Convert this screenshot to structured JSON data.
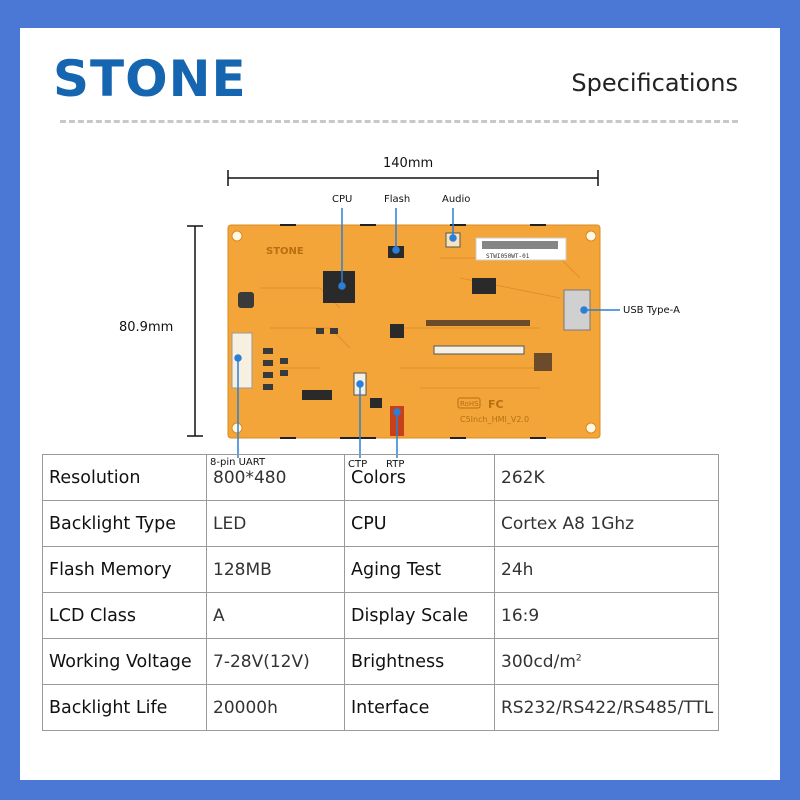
{
  "brand": "STONE",
  "header_title": "Specifications",
  "dimensions": {
    "width": "140mm",
    "height": "80.9mm"
  },
  "callouts": {
    "cpu": "CPU",
    "flash": "Flash",
    "audio": "Audio",
    "usb": "USB Type-A",
    "uart": "8-pin UART",
    "ctp": "CTP",
    "rtp": "RTP"
  },
  "board_marks": {
    "brand": "STONE",
    "label": "STWI050WT-01",
    "model": "C5Inch_HMI_V2.0",
    "rohs": "RoHS",
    "fc": "FC"
  },
  "specs": [
    {
      "k1": "Resolution",
      "v1": "800*480",
      "k2": "Colors",
      "v2": "262K"
    },
    {
      "k1": "Backlight Type",
      "v1": "LED",
      "k2": "CPU",
      "v2": "Cortex A8 1Ghz"
    },
    {
      "k1": "Flash Memory",
      "v1": "128MB",
      "k2": "Aging Test",
      "v2": "24h"
    },
    {
      "k1": "LCD Class",
      "v1": "A",
      "k2": "Display Scale",
      "v2": "16:9"
    },
    {
      "k1": "Working Voltage",
      "v1": "7-28V(12V)",
      "k2": "Brightness",
      "v2": "300cd/m",
      "v2_sup": "2"
    },
    {
      "k1": "Backlight Life",
      "v1": "20000h",
      "k2": "Interface",
      "v2": "RS232/RS422/RS485/TTL"
    }
  ],
  "colors": {
    "background": "#4a78d4",
    "brand": "#1565b0",
    "pcb": "#f3a53a",
    "callout": "#2b7fd6"
  }
}
